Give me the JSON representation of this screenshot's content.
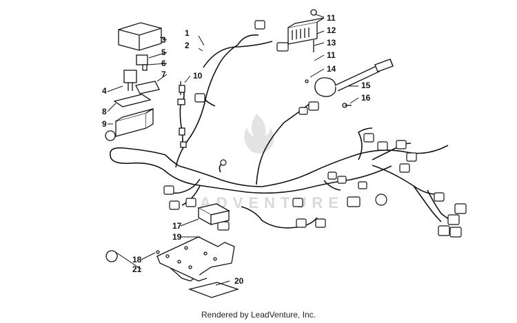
{
  "watermark": {
    "text": "ADVENTURE"
  },
  "footer": {
    "text": "Rendered by LeadVenture, Inc."
  },
  "callouts": [
    {
      "num": "1"
    },
    {
      "num": "2"
    },
    {
      "num": "3"
    },
    {
      "num": "4"
    },
    {
      "num": "5"
    },
    {
      "num": "6"
    },
    {
      "num": "7"
    },
    {
      "num": "8"
    },
    {
      "num": "9"
    },
    {
      "num": "10"
    },
    {
      "num": "11"
    },
    {
      "num": "12"
    },
    {
      "num": "13"
    },
    {
      "num": "11"
    },
    {
      "num": "14"
    },
    {
      "num": "15"
    },
    {
      "num": "16"
    },
    {
      "num": "17"
    },
    {
      "num": "19"
    },
    {
      "num": "18"
    },
    {
      "num": "21"
    },
    {
      "num": "20"
    }
  ]
}
